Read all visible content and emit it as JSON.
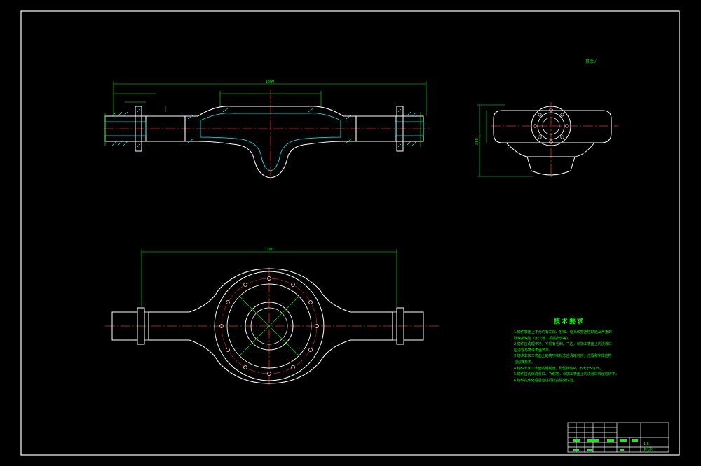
{
  "colors": {
    "background": "#000000",
    "frame": "#ffffff",
    "outline": "#ffffff",
    "dimension": "#00ff00",
    "centerline": "#ff2020",
    "hatch": "#00ffff",
    "titleblock_text": "#00ff00"
  },
  "annotations": {
    "roughness": "其余√",
    "overall_length": "1880",
    "bottom_length": "1780",
    "side_height": "380"
  },
  "technical_notes": {
    "title": "技术要求",
    "lines": [
      "1.铸件表面上不允许有冷隔、裂纹、缩孔和穿透性缺陷及严重的",
      "残缺类缺陷（如欠铸、机械损伤等）。",
      "2.铸件应清理干净，不得有毛刺、飞边，非加工表面上的浇冒口",
      "应清理与铸件表面齐平。",
      "3.铸件非加工表面上的铸字和标志应清晰可辨，位置和字体应符",
      "合图样要求。",
      "4.铸件非加工表面的粗糙度，砂型铸造R，不大于50μm。",
      "5.铸件应清除浇冒口、飞刺等，非加工表面上的浇冒口残留应铲平。",
      "6.铸件在热处理后应进行抗拉强度试验。"
    ]
  },
  "title_block": {
    "scale": "1:5",
    "sheet": "共1张"
  }
}
